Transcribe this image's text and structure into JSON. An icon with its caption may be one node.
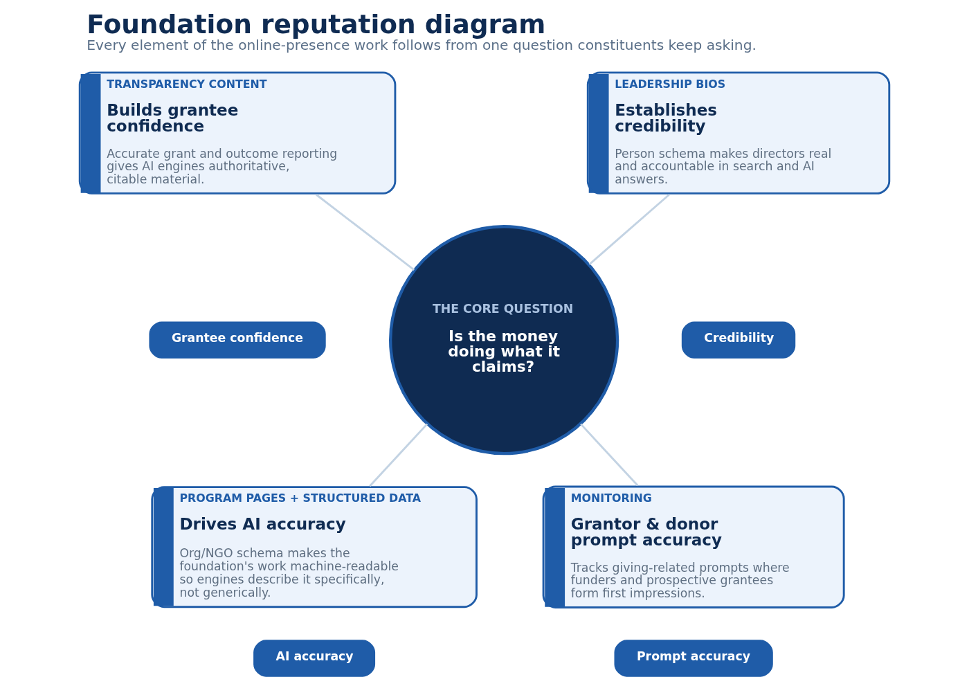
{
  "diagram": {
    "title": "Foundation reputation diagram",
    "caption": "Every element of the online-presence work follows from one question constituents keep asking.",
    "nodes": [
      {
        "text": [
          "TRANSPARENCY CONTENT",
          "Builds grantee confidence",
          "Accurate grant and outcome reporting gives AI engines authoritative, citable material."
        ]
      },
      {
        "text": [
          "Grantee confidence"
        ]
      },
      {
        "text": [
          "LEADERSHIP BIOS",
          "Establishes credibility",
          "Person schema makes directors real and accountable in search and AI answers."
        ]
      },
      {
        "text": [
          "Credibility"
        ]
      },
      {
        "text": [
          "THE CORE QUESTION",
          "Is the money doing what it claims?"
        ]
      },
      {
        "text": [
          "PROGRAM PAGES + STRUCTURED DATA",
          "Drives AI accuracy",
          "Org/NGO schema makes the foundation's work machine-readable so engines describe it specifically, not generically."
        ]
      },
      {
        "text": [
          "AI accuracy"
        ]
      },
      {
        "text": [
          "MONITORING",
          "Grantor & donor prompt accuracy",
          "Tracks giving-related prompts where funders and prospective grantees form first impressions."
        ]
      },
      {
        "text": [
          "Prompt accuracy"
        ]
      }
    ],
    "edges": [
      {
        "from": 0,
        "to": 4,
        "arrow": "none"
      },
      {
        "from": 2,
        "to": 4,
        "arrow": "none"
      },
      {
        "from": 4,
        "to": 5,
        "arrow": "none"
      },
      {
        "from": 4,
        "to": 7,
        "arrow": "none"
      }
    ]
  }
}
